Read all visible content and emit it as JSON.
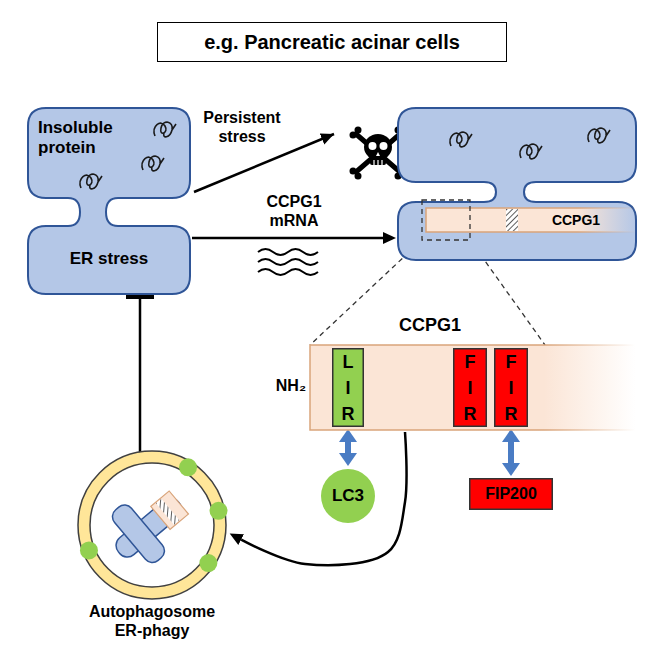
{
  "diagram": {
    "title": "e.g. Pancreatic acinar cells",
    "nodes": [
      {
        "text": [
          "Insoluble protein",
          "ER stress"
        ]
      },
      {
        "text": [
          "CCPG1"
        ]
      },
      {
        "text": [
          "CCPG1",
          "NH₂"
        ]
      },
      {
        "text": [
          "LIR"
        ],
        "in": 2
      },
      {
        "text": [
          "FIR"
        ],
        "in": 2
      },
      {
        "text": [
          "FIR"
        ],
        "in": 2
      },
      {
        "text": [
          "LC3"
        ]
      },
      {
        "text": [
          "FIP200"
        ]
      },
      {
        "text": [
          "Autophagosome ER-phagy"
        ]
      }
    ],
    "edges": [
      {
        "from": 0,
        "to": 1,
        "arrow": "to",
        "label": "CCPG1 mRNA"
      },
      {
        "from": 3,
        "to": 6,
        "arrow": "both"
      },
      {
        "from": 5,
        "to": 7,
        "arrow": "both"
      },
      {
        "from": 2,
        "to": 8,
        "arrow": "to"
      },
      {
        "from": 8,
        "to": 0,
        "arrow": "to"
      }
    ],
    "labels": [
      "Persistent stress"
    ]
  }
}
